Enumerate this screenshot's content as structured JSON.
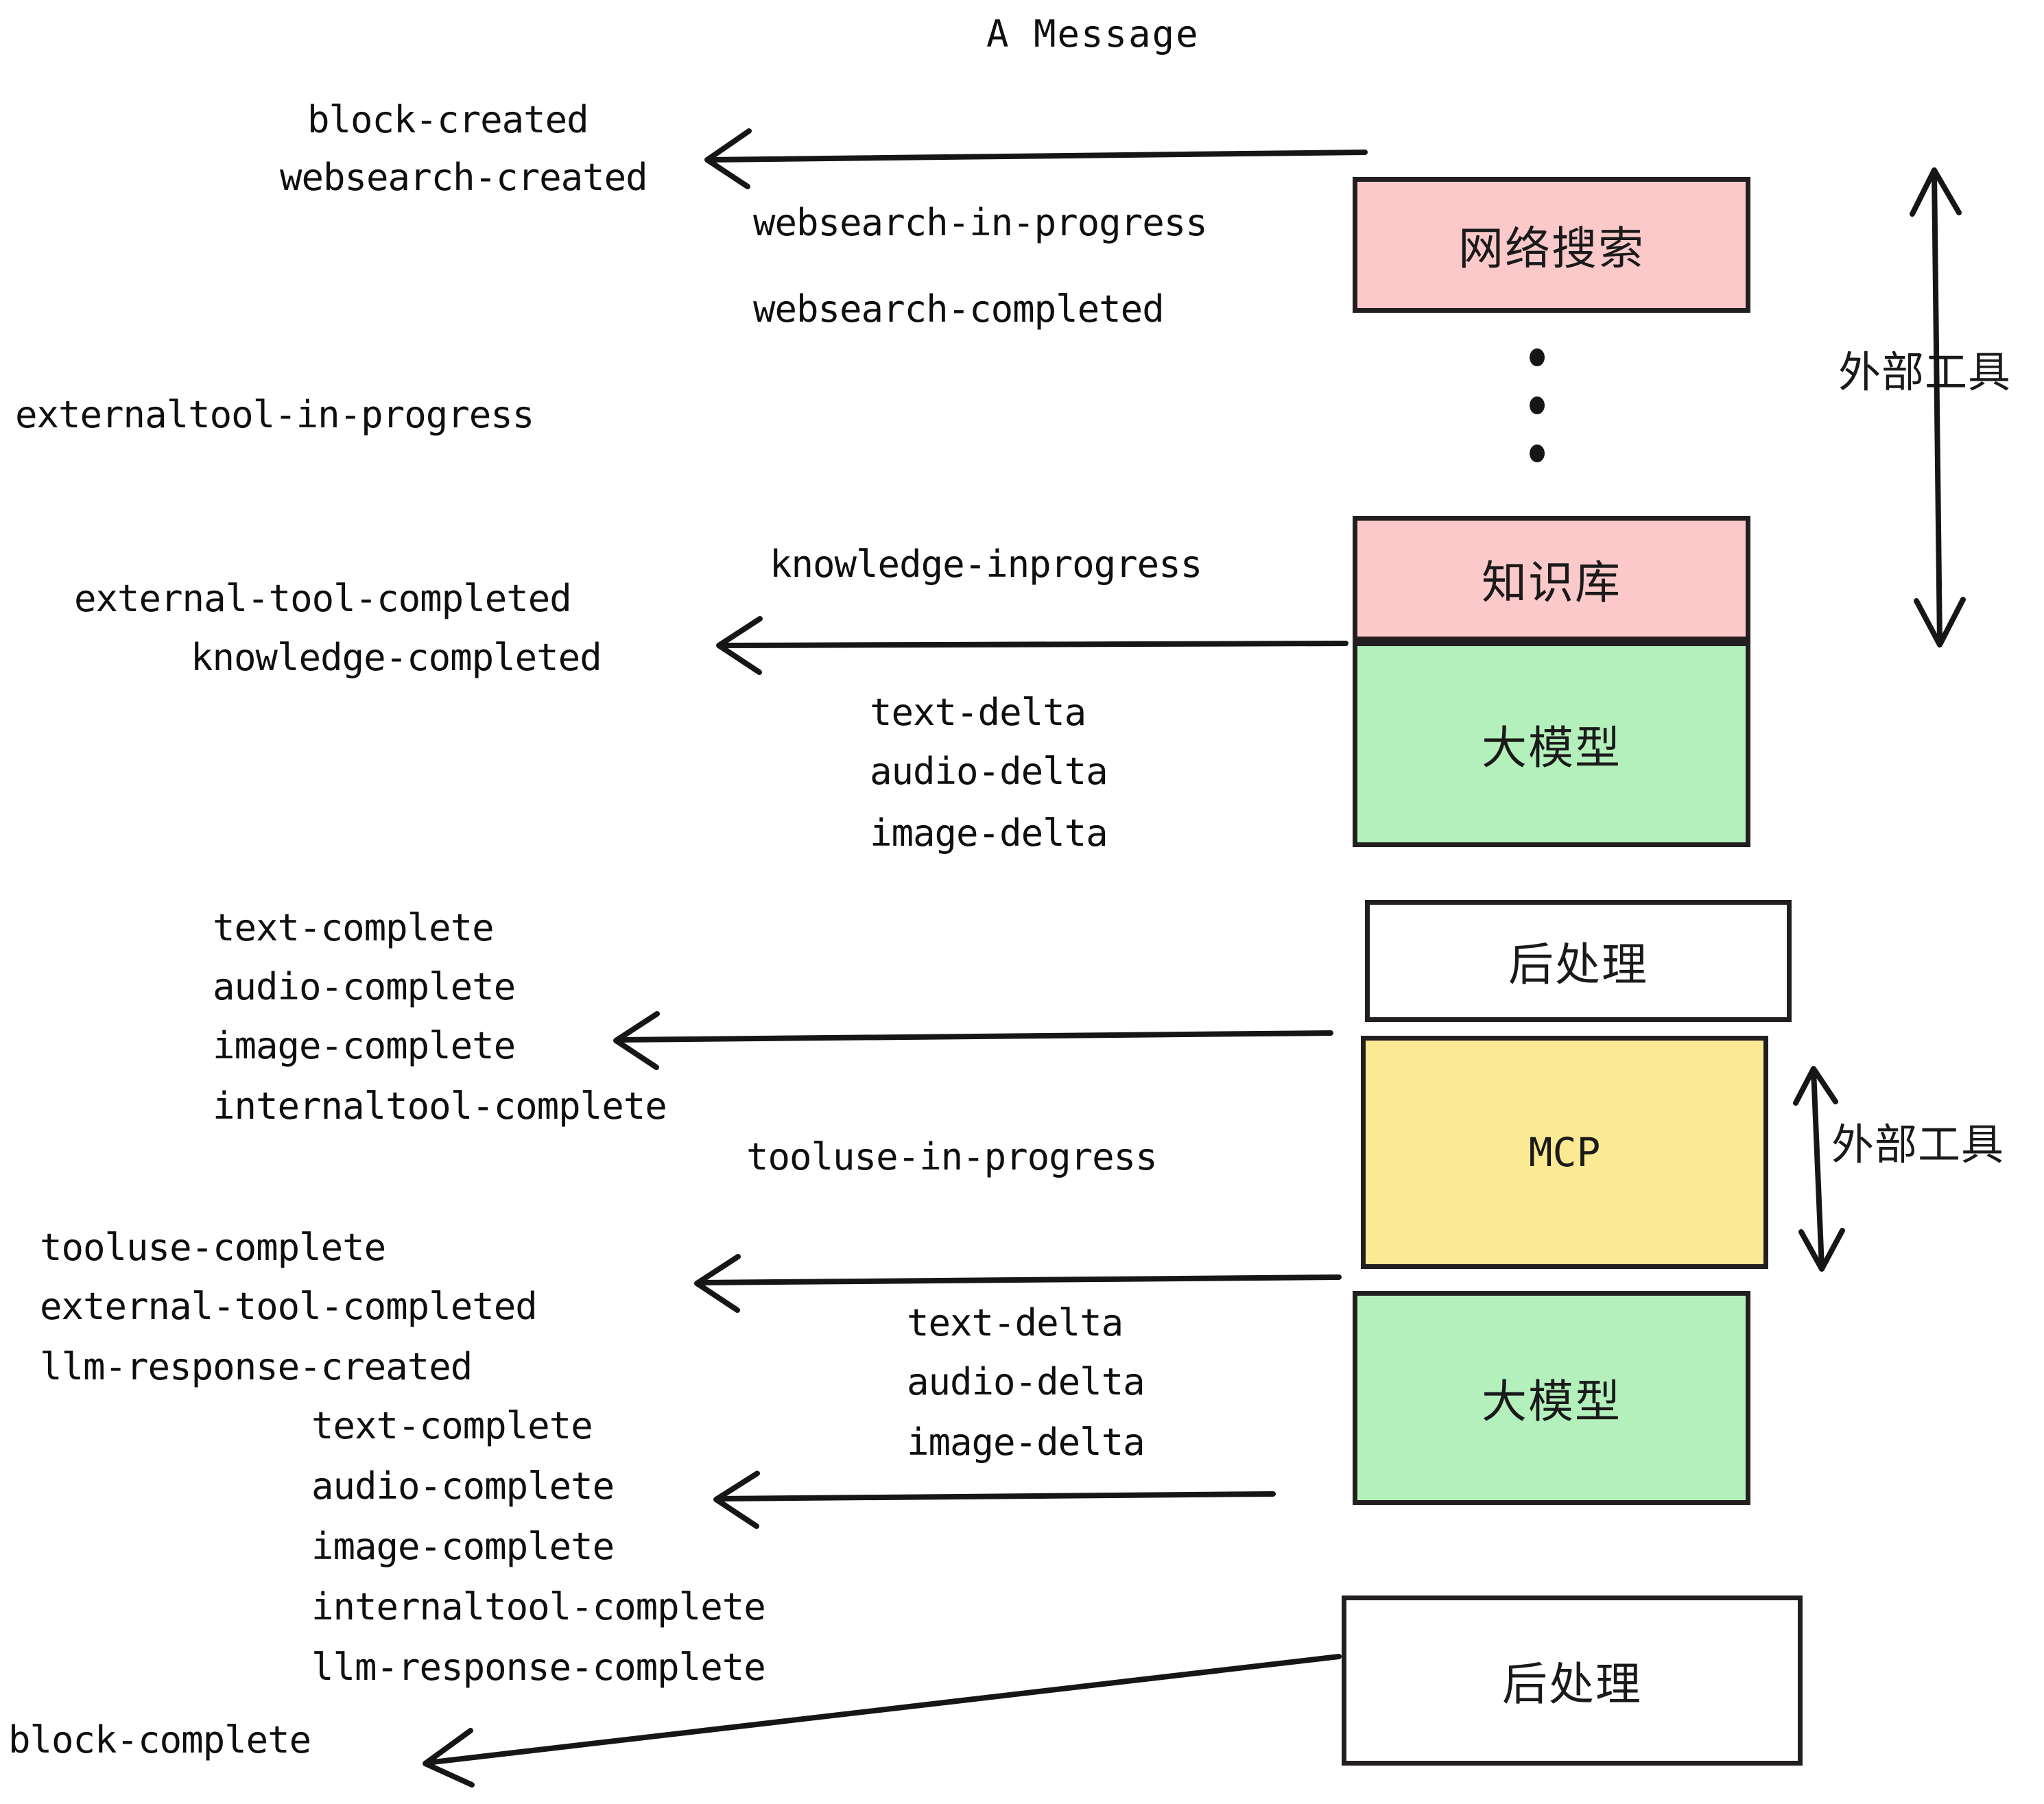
{
  "title": "A Message",
  "colors": {
    "pink": "#FBC9C9",
    "green": "#B4F0BC",
    "yellow": "#FCE993",
    "white": "#FFFFFF",
    "stroke": "#231f20",
    "text": "#0f0f0f"
  },
  "boxes": [
    {
      "id": "websearch",
      "label": "网络搜索",
      "fill": "#FBC9C9",
      "mono": false
    },
    {
      "id": "knowledge",
      "label": "知识库",
      "fill": "#FBC9C9",
      "mono": false
    },
    {
      "id": "llm-1",
      "label": "大模型",
      "fill": "#B4F0BC",
      "mono": false
    },
    {
      "id": "postprocess-1",
      "label": "后处理",
      "fill": "#FFFFFF",
      "mono": false
    },
    {
      "id": "mcp",
      "label": "MCP",
      "fill": "#FCE993",
      "mono": true
    },
    {
      "id": "llm-2",
      "label": "大模型",
      "fill": "#B4F0BC",
      "mono": false
    },
    {
      "id": "postprocess-2",
      "label": "后处理",
      "fill": "#FFFFFF",
      "mono": false
    }
  ],
  "group_labels": [
    {
      "id": "external-tools-top",
      "label": "外部工具"
    },
    {
      "id": "external-tools-bottom",
      "label": "外部工具"
    }
  ],
  "events": [
    {
      "id": "block-created",
      "text": "block-created"
    },
    {
      "id": "websearch-created",
      "text": "websearch-created"
    },
    {
      "id": "websearch-in-progress",
      "text": "websearch-in-progress"
    },
    {
      "id": "websearch-completed",
      "text": "websearch-completed"
    },
    {
      "id": "externaltool-in-progress",
      "text": "externaltool-in-progress"
    },
    {
      "id": "knowledge-inprogress",
      "text": "knowledge-inprogress"
    },
    {
      "id": "external-tool-completed-1",
      "text": "external-tool-completed"
    },
    {
      "id": "knowledge-completed",
      "text": "knowledge-completed"
    },
    {
      "id": "text-delta-1",
      "text": "text-delta"
    },
    {
      "id": "audio-delta-1",
      "text": "audio-delta"
    },
    {
      "id": "image-delta-1",
      "text": "image-delta"
    },
    {
      "id": "text-complete-1",
      "text": "text-complete"
    },
    {
      "id": "audio-complete-1",
      "text": "audio-complete"
    },
    {
      "id": "image-complete-1",
      "text": "image-complete"
    },
    {
      "id": "internaltool-complete-1",
      "text": "internaltool-complete"
    },
    {
      "id": "tooluse-in-progress",
      "text": "tooluse-in-progress"
    },
    {
      "id": "tooluse-complete",
      "text": "tooluse-complete"
    },
    {
      "id": "external-tool-completed-2",
      "text": "external-tool-completed"
    },
    {
      "id": "llm-response-created",
      "text": "llm-response-created"
    },
    {
      "id": "text-delta-2",
      "text": "text-delta"
    },
    {
      "id": "audio-delta-2",
      "text": "audio-delta"
    },
    {
      "id": "image-delta-2",
      "text": "image-delta"
    },
    {
      "id": "text-complete-2",
      "text": "text-complete"
    },
    {
      "id": "audio-complete-2",
      "text": "audio-complete"
    },
    {
      "id": "image-complete-2",
      "text": "image-complete"
    },
    {
      "id": "internaltool-complete-2",
      "text": "internaltool-complete"
    },
    {
      "id": "llm-response-complete",
      "text": "llm-response-complete"
    },
    {
      "id": "block-complete",
      "text": "block-complete"
    }
  ]
}
